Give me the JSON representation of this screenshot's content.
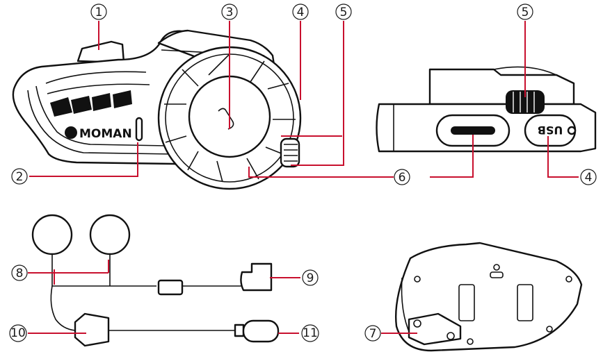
{
  "brand": {
    "logo_text": "MOMAN"
  },
  "labels": {
    "l1": "1",
    "l2": "2",
    "l3": "3",
    "l4a": "4",
    "l5a": "5",
    "l6": "6",
    "l5b": "5",
    "l4b": "4",
    "l8": "8",
    "l9": "9",
    "l10": "10",
    "l11": "11",
    "l7": "7"
  },
  "usb_port_text": "USB",
  "colors": {
    "leader": "#c8102e",
    "ink": "#111111"
  }
}
